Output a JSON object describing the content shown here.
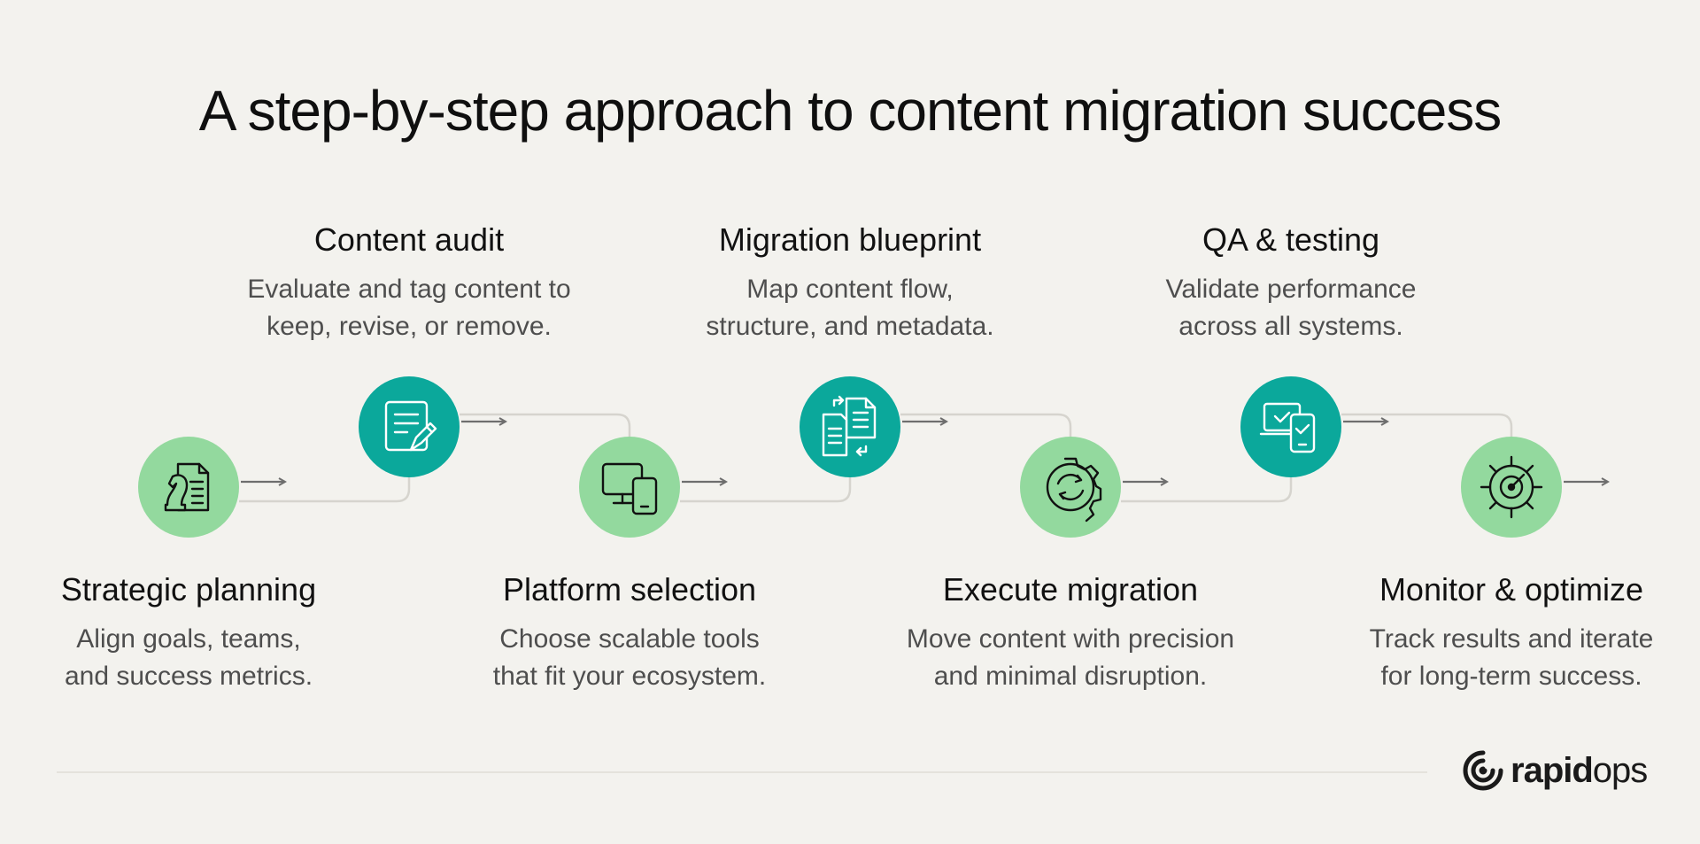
{
  "title": "A step-by-step approach to content migration success",
  "colors": {
    "light_circle": "#93d99e",
    "dark_circle": "#0ba89b",
    "connector": "#d6d4ce",
    "arrow": "#6e6e6e"
  },
  "steps": [
    {
      "title": "Strategic planning",
      "desc": "Align goals, teams,\nand success metrics.",
      "icon": "strategy-chess-document-icon",
      "tone": "light",
      "row": "low"
    },
    {
      "title": "Content audit",
      "desc": "Evaluate and tag content to\nkeep, revise, or remove.",
      "icon": "document-edit-icon",
      "tone": "dark",
      "row": "high"
    },
    {
      "title": "Platform selection",
      "desc": "Choose scalable tools\nthat fit your ecosystem.",
      "icon": "devices-icon",
      "tone": "light",
      "row": "low"
    },
    {
      "title": "Migration blueprint",
      "desc": "Map content flow,\nstructure, and metadata.",
      "icon": "document-transfer-icon",
      "tone": "dark",
      "row": "high"
    },
    {
      "title": "Execute migration",
      "desc": "Move content with precision\nand minimal disruption.",
      "icon": "gear-sync-icon",
      "tone": "light",
      "row": "low"
    },
    {
      "title": "QA & testing",
      "desc": "Validate performance\nacross all systems.",
      "icon": "devices-check-icon",
      "tone": "dark",
      "row": "high"
    },
    {
      "title": "Monitor & optimize",
      "desc": "Track results and iterate\nfor long-term success.",
      "icon": "gear-target-icon",
      "tone": "light",
      "row": "low"
    }
  ],
  "logo": {
    "bold": "rapid",
    "light": "ops"
  }
}
